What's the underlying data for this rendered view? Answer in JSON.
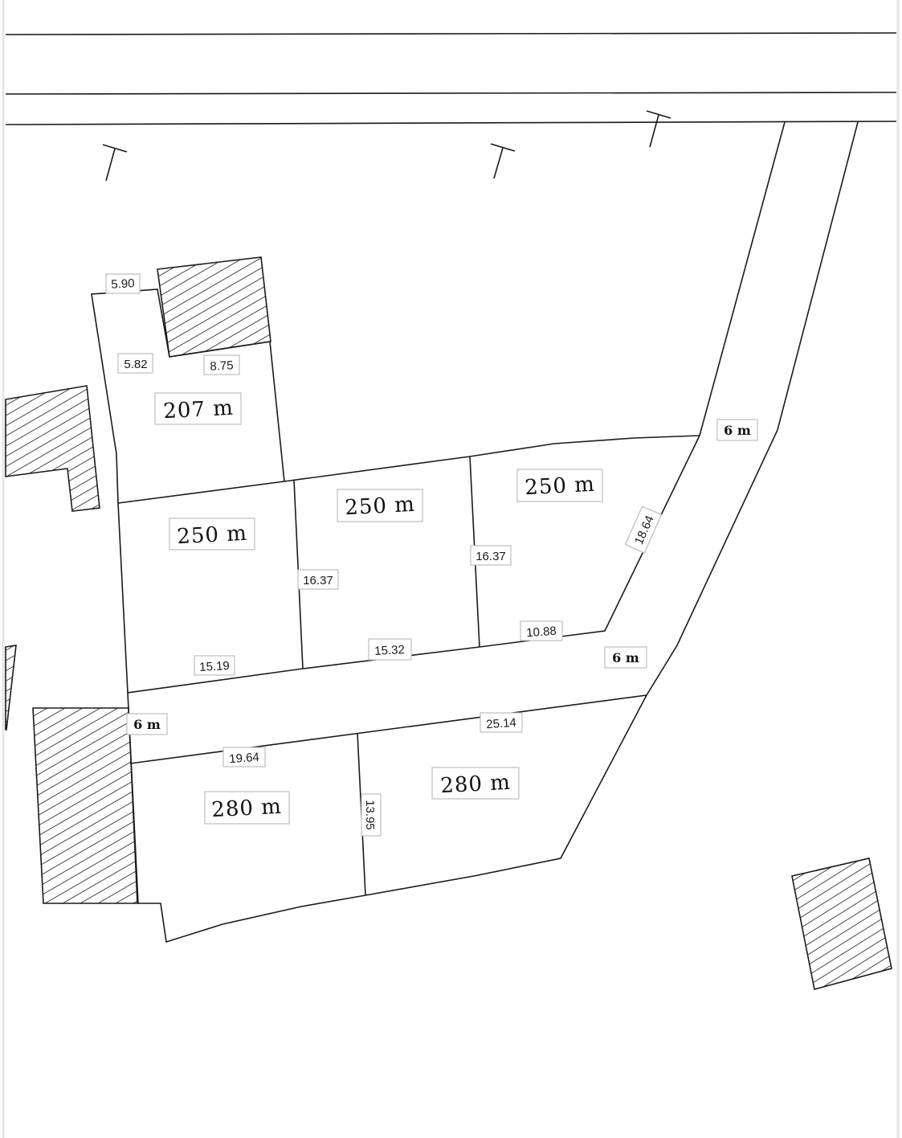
{
  "plan": {
    "lots": [
      {
        "id": "lot-207",
        "area": "207  m"
      },
      {
        "id": "lot-250-left",
        "area": "250  m"
      },
      {
        "id": "lot-250-middle",
        "area": "250  m"
      },
      {
        "id": "lot-250-right",
        "area": "250  m"
      },
      {
        "id": "lot-280-left",
        "area": "280  m"
      },
      {
        "id": "lot-280-right",
        "area": "280  m"
      }
    ],
    "roads": {
      "diagonal_width": "6 m",
      "middle_width_right": "6 m",
      "middle_width_left": "6 m"
    },
    "dimensions": {
      "top_left_width": "5.90",
      "top_left_side": "5.82",
      "top_left_inner": "8.75",
      "mid_divider_left": "16.37",
      "mid_divider_right": "16.37",
      "right_diagonal": "18.64",
      "bottom_left_250": "15.19",
      "bottom_middle_250": "15.32",
      "bottom_right_250": "10.88",
      "top_right_280": "25.14",
      "top_left_280": "19.64",
      "divider_280": "13.95"
    }
  }
}
